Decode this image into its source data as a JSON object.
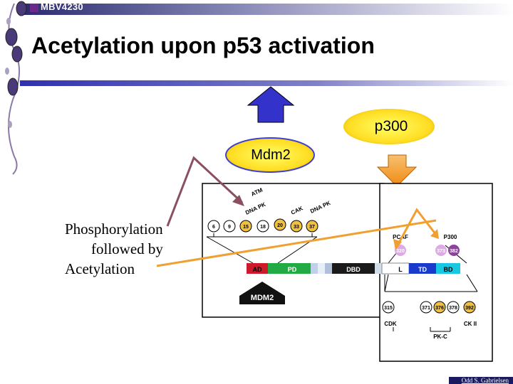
{
  "header": {
    "course_code": "MBV4230"
  },
  "slide": {
    "title": "Acetylation upon p53 activation",
    "left_text": [
      "Phosphorylation",
      "followed by",
      "Acetylation"
    ],
    "p300_label": "p300",
    "mdm2_label": "Mdm2",
    "credit": "Odd S. Gabrielsen"
  },
  "figure": {
    "kinases_top": [
      "ATM",
      "DNA PK",
      "CAK",
      "DNA PK"
    ],
    "n_sites": [
      "6",
      "9",
      "15",
      "18",
      "20",
      "33",
      "37"
    ],
    "domains": [
      "AD",
      "PD",
      "DBD",
      "L",
      "TD",
      "BD"
    ],
    "mdm2_box": "MDM2",
    "acetylases": [
      "PCAF",
      "P300"
    ],
    "acetyl_sites": [
      "320",
      "373",
      "382"
    ],
    "c_sites": [
      "315",
      "371",
      "376",
      "378",
      "392"
    ],
    "kinases_bottom": [
      "CDK",
      "PK-C",
      "CK II"
    ]
  },
  "colors": {
    "accent_blue": "#3333cc",
    "stripe_dark": "#4a3a7a",
    "ellipse_fill": "#ffee33",
    "orange": "#f0a030",
    "brown_arrow": "#8a5060"
  }
}
